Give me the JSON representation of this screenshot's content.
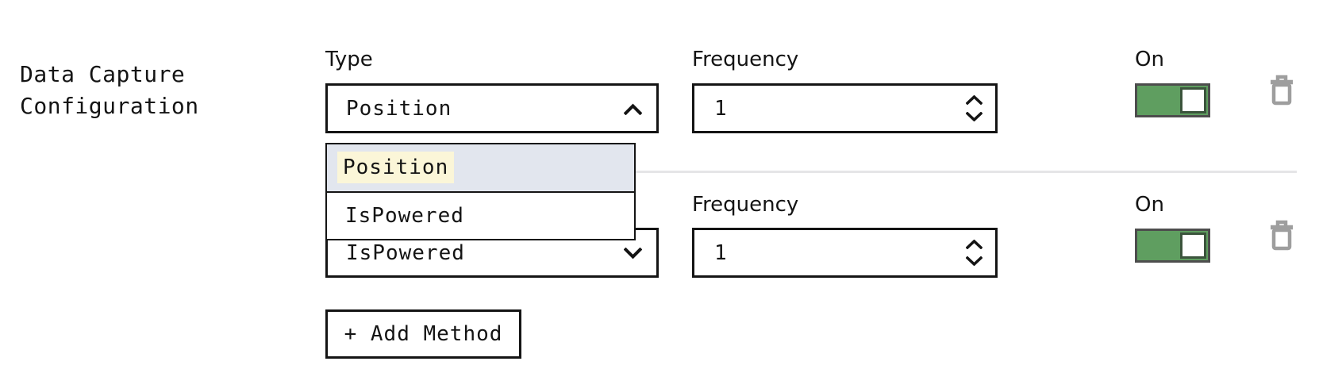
{
  "section": {
    "title": "Data Capture Configuration"
  },
  "labels": {
    "type": "Type",
    "frequency": "Frequency",
    "on": "On"
  },
  "rows": [
    {
      "type_value": "Position",
      "frequency_value": "1",
      "on": true
    },
    {
      "type_value": "IsPowered",
      "frequency_value": "1",
      "on": true
    }
  ],
  "type_dropdown": {
    "open_for_row": 0,
    "options": [
      {
        "label": "Position",
        "highlighted": true
      },
      {
        "label": "IsPowered",
        "highlighted": false
      }
    ]
  },
  "buttons": {
    "add_method": "+ Add Method"
  },
  "colors": {
    "text": "#141414",
    "toggle_on_green": "#5f9e60",
    "toggle_border": "#4d4d4d",
    "toggle_knob_border": "#3b543c",
    "dropdown_active_row_bg": "#e2e6ee",
    "search_match_highlight": "#fbf6d8",
    "divider": "#e5e5e7",
    "trash_icon": "#9e9e9e"
  }
}
